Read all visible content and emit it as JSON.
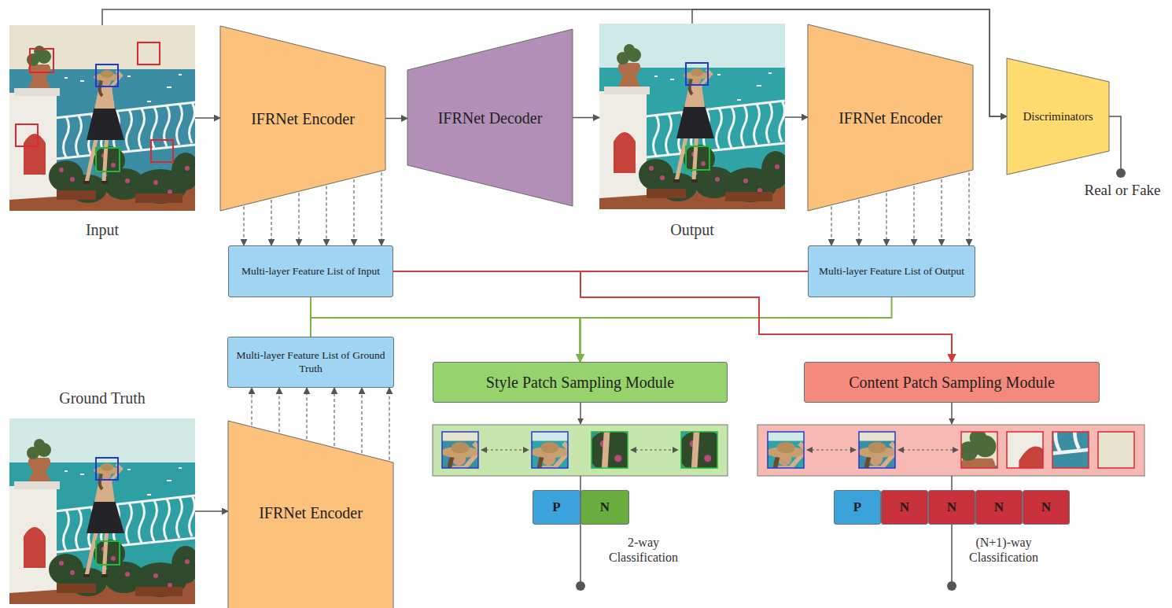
{
  "diagram": {
    "nodes": [
      {
        "text": [
          "Input"
        ]
      },
      {
        "text": [
          "IFRNet Encoder"
        ]
      },
      {
        "text": [
          "IFRNet Decoder"
        ]
      },
      {
        "text": [
          "Output"
        ]
      },
      {
        "text": [
          "IFRNet Encoder"
        ]
      },
      {
        "text": [
          "Discriminators"
        ]
      },
      {
        "text": [
          "Multi-layer Feature List of Input"
        ]
      },
      {
        "text": [
          "Multi-layer Feature List of Output"
        ]
      },
      {
        "text": [
          "Ground Truth"
        ]
      },
      {
        "text": [
          "Multi-layer Feature List of Ground Truth"
        ]
      },
      {
        "text": [
          "Style Patch Sampling Module"
        ]
      },
      {
        "text": [
          "Content Patch Sampling Module"
        ]
      },
      {
        "text": [
          "IFRNet Encoder"
        ]
      },
      {
        "text": [
          "P"
        ]
      },
      {
        "text": [
          "N"
        ]
      },
      {
        "text": [
          "P"
        ]
      },
      {
        "text": [
          "N"
        ]
      },
      {
        "text": [
          "N"
        ]
      },
      {
        "text": [
          "N"
        ]
      },
      {
        "text": [
          "N"
        ]
      }
    ],
    "edges": [
      {
        "from": 0,
        "to": 1,
        "arrow": "to"
      },
      {
        "from": 1,
        "to": 2,
        "arrow": "to"
      },
      {
        "from": 2,
        "to": 3,
        "arrow": "to"
      },
      {
        "from": 3,
        "to": 4,
        "arrow": "to"
      },
      {
        "from": 0,
        "to": 5,
        "arrow": "to"
      },
      {
        "from": 3,
        "to": 5,
        "arrow": "to"
      },
      {
        "from": 1,
        "to": 6,
        "arrow": "to"
      },
      {
        "from": 4,
        "to": 7,
        "arrow": "to"
      },
      {
        "from": 8,
        "to": 12,
        "arrow": "to"
      },
      {
        "from": 12,
        "to": 9,
        "arrow": "to"
      },
      {
        "from": 6,
        "to": 10,
        "arrow": "to"
      },
      {
        "from": 9,
        "to": 10,
        "arrow": "to"
      },
      {
        "from": 7,
        "to": 10,
        "arrow": "to"
      },
      {
        "from": 6,
        "to": 11,
        "arrow": "to"
      },
      {
        "from": 7,
        "to": 11,
        "arrow": "to"
      }
    ],
    "labels": [
      "Real or Fake",
      "2-way Classification",
      "(N+1)-way Classification"
    ]
  }
}
